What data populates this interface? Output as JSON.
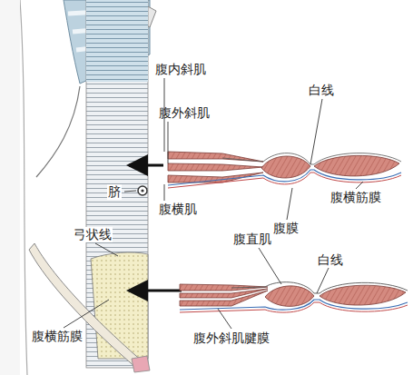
{
  "diagram": {
    "labels": [
      "腹内斜肌",
      "腹外斜肌",
      "白线",
      "脐",
      "腹横肌",
      "腹横筋膜",
      "腹膜",
      "弓状线",
      "腹直肌",
      "白线",
      "腹横筋膜",
      "腹外斜肌腱膜"
    ]
  }
}
